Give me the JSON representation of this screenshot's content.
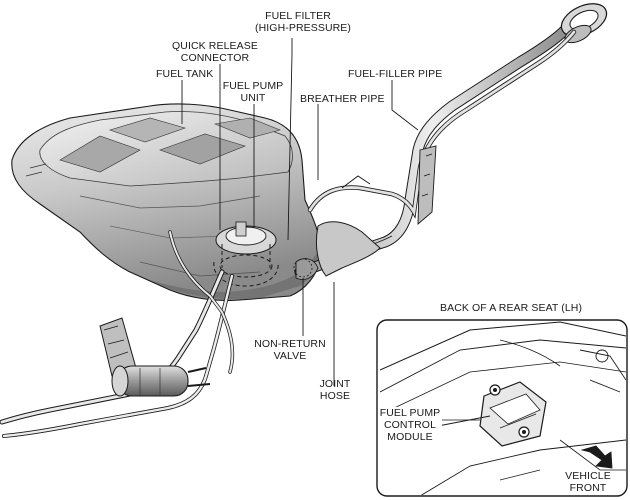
{
  "labels": {
    "fuel_filter": [
      "FUEL FILTER",
      "(HIGH-PRESSURE)"
    ],
    "quick_release": [
      "QUICK RELEASE",
      "CONNECTOR"
    ],
    "fuel_tank": "FUEL TANK",
    "fuel_pump_unit": [
      "FUEL PUMP",
      "UNIT"
    ],
    "fuel_filler_pipe": "FUEL-FILLER PIPE",
    "breather_pipe": "BREATHER PIPE",
    "non_return_valve": [
      "NON-RETURN",
      "VALVE"
    ],
    "joint_hose": [
      "JOINT",
      "HOSE"
    ],
    "inset_title": "BACK OF A REAR SEAT (LH)",
    "fuel_pump_control_module": [
      "FUEL PUMP",
      "CONTROL",
      "MODULE"
    ],
    "vehicle_front": [
      "VEHICLE",
      "FRONT"
    ]
  },
  "colors": {
    "line": "#1a1a1a",
    "tank_light": "#e6e6e6",
    "tank_mid": "#bdbdbd",
    "tank_dark": "#7d7d7d",
    "pipe": "#d2d2d2"
  },
  "icons": {
    "vehicle_front_arrow": "arrow-down-right-icon"
  }
}
